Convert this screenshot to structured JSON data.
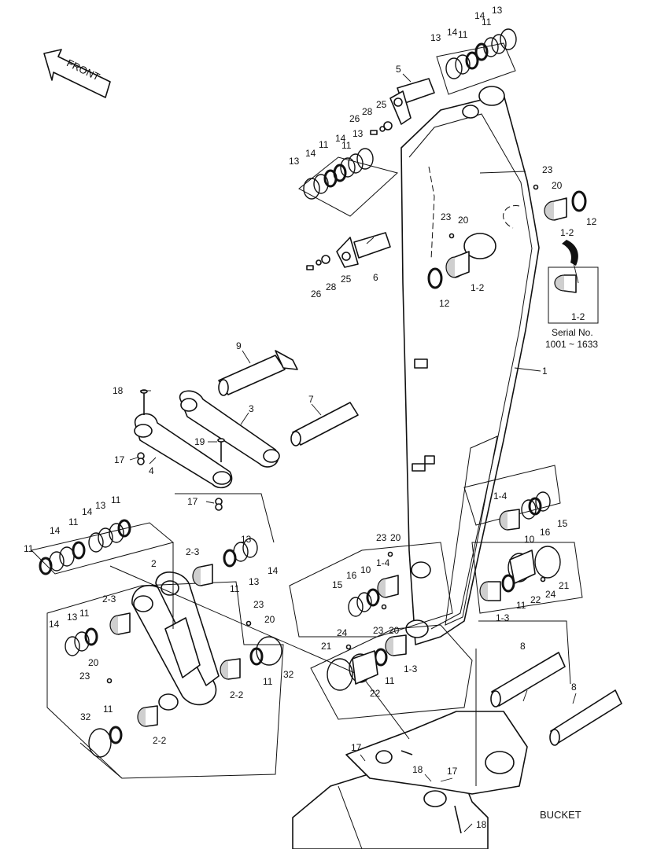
{
  "front_label": "FRONT",
  "bucket_label": "BUCKET",
  "inset": {
    "serial_title": "Serial No.",
    "serial_range": "1001 ~ 1633",
    "part_label": "1-2"
  },
  "callouts": {
    "c1": "1",
    "c1_2a": "1-2",
    "c1_2b": "1-2",
    "c1_3a": "1-3",
    "c1_3b": "1-3",
    "c1_4a": "1-4",
    "c1_4b": "1-4",
    "c2": "2",
    "c2_2a": "2-2",
    "c2_2b": "2-2",
    "c2_3a": "2-3",
    "c2_3b": "2-3",
    "c3": "3",
    "c4": "4",
    "c5": "5",
    "c6": "6",
    "c7": "7",
    "c8a": "8",
    "c8b": "8",
    "c9": "9",
    "c10a": "10",
    "c10b": "10",
    "c11a": "11",
    "c11b": "11",
    "c11c": "11",
    "c11d": "11",
    "c11e": "11",
    "c11f": "11",
    "c11g": "11",
    "c11h": "11",
    "c11i": "11",
    "c11j": "11",
    "c11k": "11",
    "c11l": "11",
    "c11m": "11",
    "c12a": "12",
    "c12b": "12",
    "c13a": "13",
    "c13b": "13",
    "c13c": "13",
    "c13d": "13",
    "c13e": "13",
    "c13f": "13",
    "c13g": "13",
    "c13h": "13",
    "c14a": "14",
    "c14b": "14",
    "c14c": "14",
    "c14d": "14",
    "c14e": "14",
    "c14f": "14",
    "c14g": "14",
    "c14h": "14",
    "c15a": "15",
    "c15b": "15",
    "c16a": "16",
    "c16b": "16",
    "c17a": "17",
    "c17b": "17",
    "c17c": "17",
    "c17d": "17",
    "c18a": "18",
    "c18b": "18",
    "c18c": "18",
    "c19": "19",
    "c20a": "20",
    "c20b": "20",
    "c20c": "20",
    "c20d": "20",
    "c20e": "20",
    "c20f": "20",
    "c21a": "21",
    "c21b": "21",
    "c22a": "22",
    "c22b": "22",
    "c23a": "23",
    "c23b": "23",
    "c23c": "23",
    "c23d": "23",
    "c23e": "23",
    "c23f": "23",
    "c24a": "24",
    "c24b": "24",
    "c25a": "25",
    "c25b": "25",
    "c26a": "26",
    "c26b": "26",
    "c28a": "28",
    "c28b": "28",
    "c32a": "32",
    "c32b": "32"
  }
}
